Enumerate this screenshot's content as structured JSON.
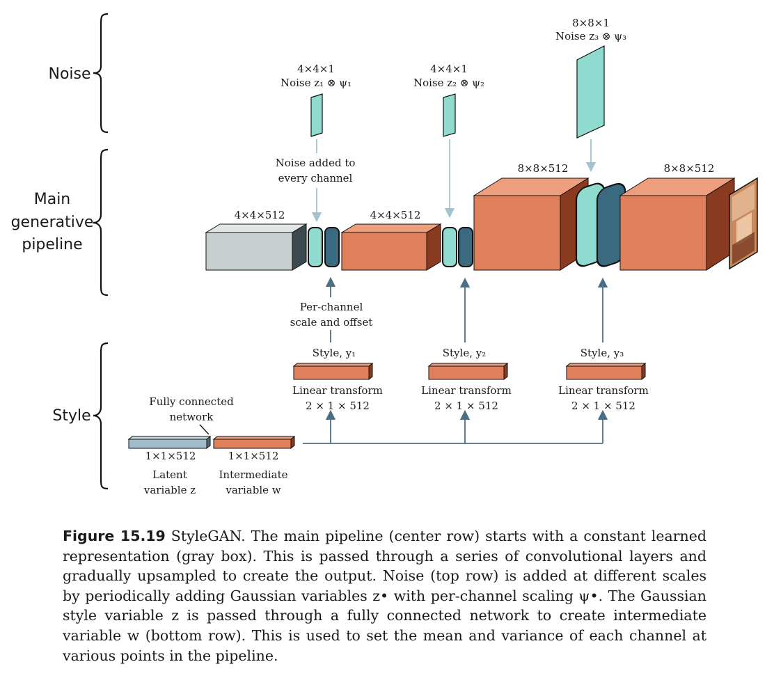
{
  "rows": {
    "noise": "Noise",
    "main": [
      "Main",
      "generative",
      "pipeline"
    ],
    "style": "Style"
  },
  "noise_maps": [
    {
      "size": "4×4×1",
      "label": "Noise z₁ ⊗ ψ₁"
    },
    {
      "size": "4×4×1",
      "label": "Noise z₂ ⊗ ψ₂"
    },
    {
      "size": "8×8×1",
      "label": "Noise z₃ ⊗ ψ₃"
    }
  ],
  "noise_added": [
    "Noise added to",
    "every channel"
  ],
  "blocks": [
    "4×4×512",
    "4×4×512",
    "8×8×512",
    "8×8×512"
  ],
  "per_channel": [
    "Per-channel",
    "scale and offset"
  ],
  "styles": [
    {
      "label": "Style, y₁",
      "transform": "Linear transform",
      "size": "2 × 1 × 512"
    },
    {
      "label": "Style, y₂",
      "transform": "Linear transform",
      "size": "2 × 1 × 512"
    },
    {
      "label": "Style, y₃",
      "transform": "Linear transform",
      "size": "2 × 1 × 512"
    }
  ],
  "fully_connected": [
    "Fully connected",
    "network"
  ],
  "latent": {
    "size": "1×1×512",
    "label": [
      "Latent",
      "variable z"
    ]
  },
  "intermediate": {
    "size": "1×1×512",
    "label": [
      "Intermediate",
      "variable w"
    ]
  },
  "caption": {
    "figure": "Figure 15.19",
    "text": "StyleGAN. The main pipeline (center row) starts with a constant learned representation (gray box). This is passed through a series of convolutional layers and gradually upsampled to create the output. Noise (top row) is added at different scales by periodically adding Gaussian variables z• with per-channel scaling ψ•. The Gaussian style variable z is passed through a fully connected network to create intermediate variable w (bottom row). This is used to set the mean and variance of each channel at various points in the pipeline."
  },
  "colors": {
    "orange": "#e07f5c",
    "orange_dark": "#8a3a1e",
    "teal_light": "#8fdbd0",
    "teal_dark": "#3a6a80",
    "gray": "#c8cfd1",
    "blue_gray": "#a3bccb",
    "arrow": "#4a6e84"
  }
}
